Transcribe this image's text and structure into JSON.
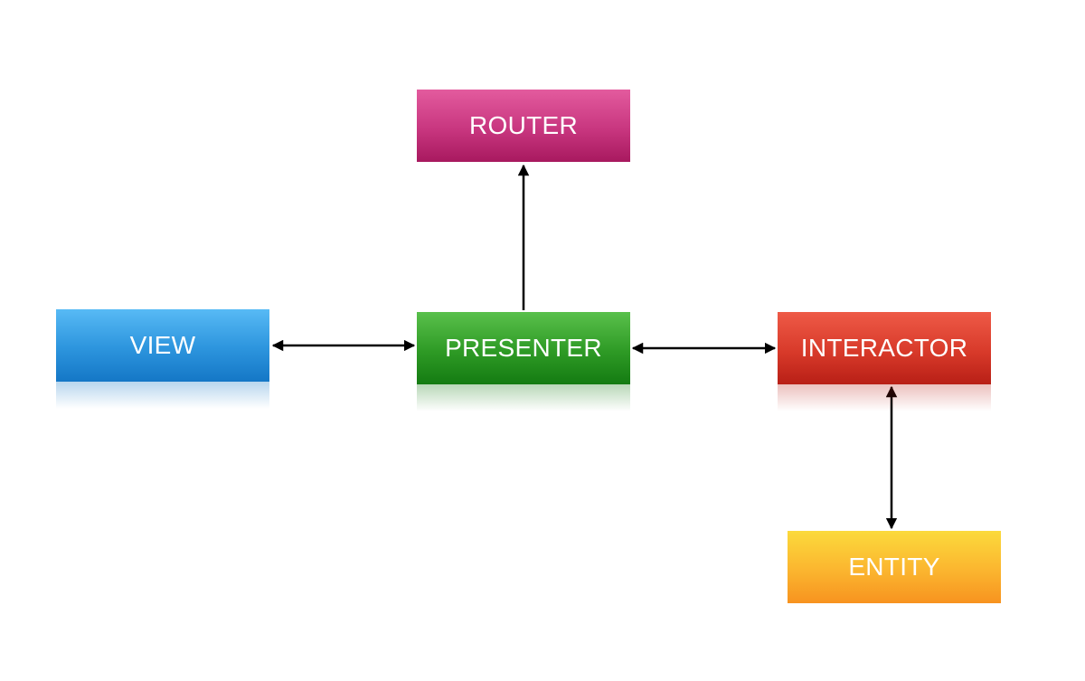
{
  "nodes": {
    "router": "ROUTER",
    "view": "VIEW",
    "presenter": "PRESENTER",
    "interactor": "INTERACTOR",
    "entity": "ENTITY"
  },
  "edges": [
    {
      "from": "presenter",
      "to": "router",
      "direction": "one-way"
    },
    {
      "from": "view",
      "to": "presenter",
      "direction": "two-way"
    },
    {
      "from": "presenter",
      "to": "interactor",
      "direction": "two-way"
    },
    {
      "from": "interactor",
      "to": "entity",
      "direction": "two-way"
    }
  ],
  "colors": {
    "router": "#c8367f",
    "view": "#2c94dd",
    "presenter": "#2e9a25",
    "interactor": "#d83a2a",
    "entity": "#fbb52f",
    "arrow": "#000000"
  }
}
